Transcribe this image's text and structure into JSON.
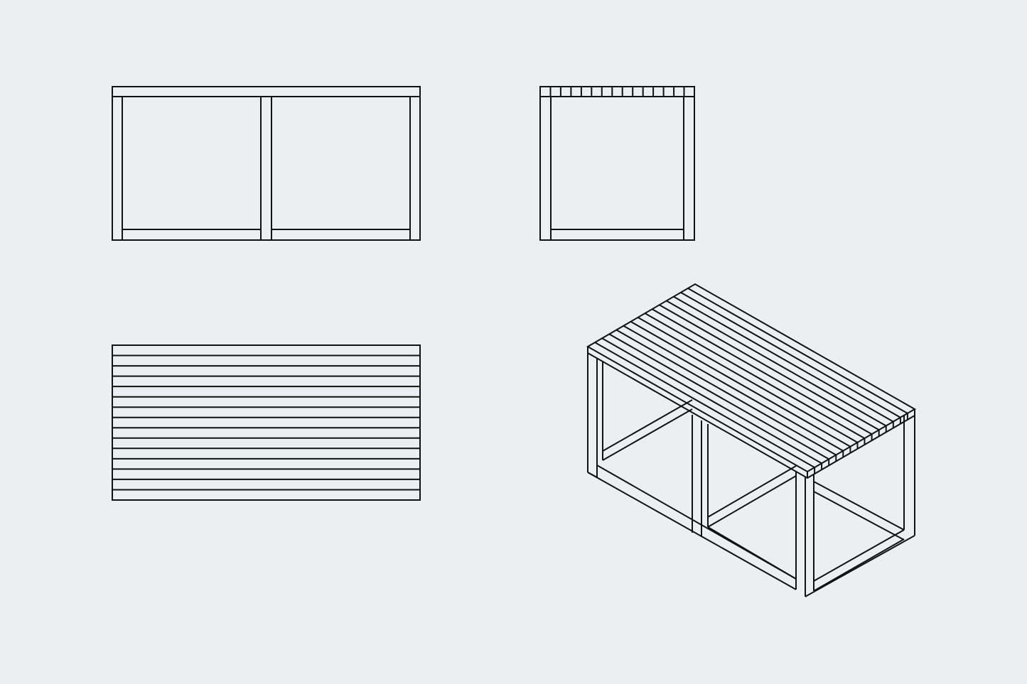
{
  "colors": {
    "background": "#eceef1",
    "line": "#111111"
  },
  "views": [
    {
      "name": "front-elevation"
    },
    {
      "name": "side-elevation"
    },
    {
      "name": "top-plan"
    },
    {
      "name": "isometric-view"
    }
  ]
}
